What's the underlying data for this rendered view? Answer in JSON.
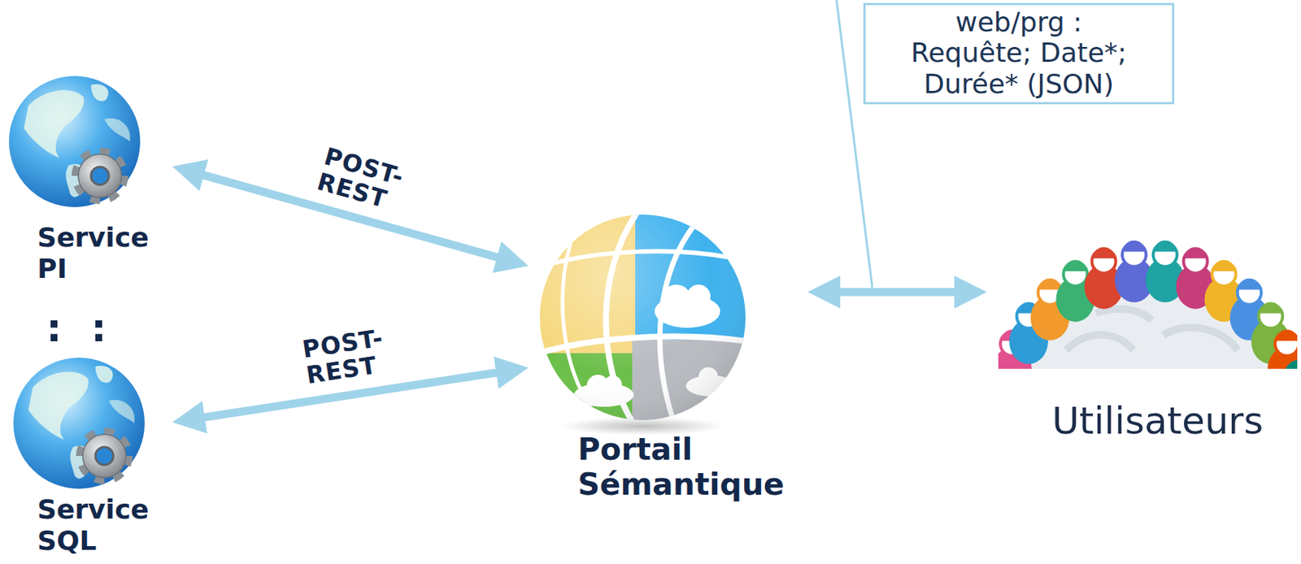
{
  "diagram": {
    "nodes": [
      {
        "text": [
          "Service PI"
        ]
      },
      {
        "text": [
          "Service SQL"
        ]
      },
      {
        "text": [
          "Portail Sémantique"
        ]
      },
      {
        "text": [
          "Utilisateurs"
        ]
      },
      {
        "text": [
          "web/prg : Requête; Date*; Durée* (JSON)"
        ]
      }
    ],
    "edges": [
      {
        "from": 2,
        "to": 0,
        "label": "POST- REST",
        "arrow": "both"
      },
      {
        "from": 2,
        "to": 1,
        "label": "POST- REST",
        "arrow": "both"
      },
      {
        "from": 2,
        "to": 3,
        "arrow": "both"
      }
    ],
    "labels": [
      ":",
      ":"
    ]
  }
}
